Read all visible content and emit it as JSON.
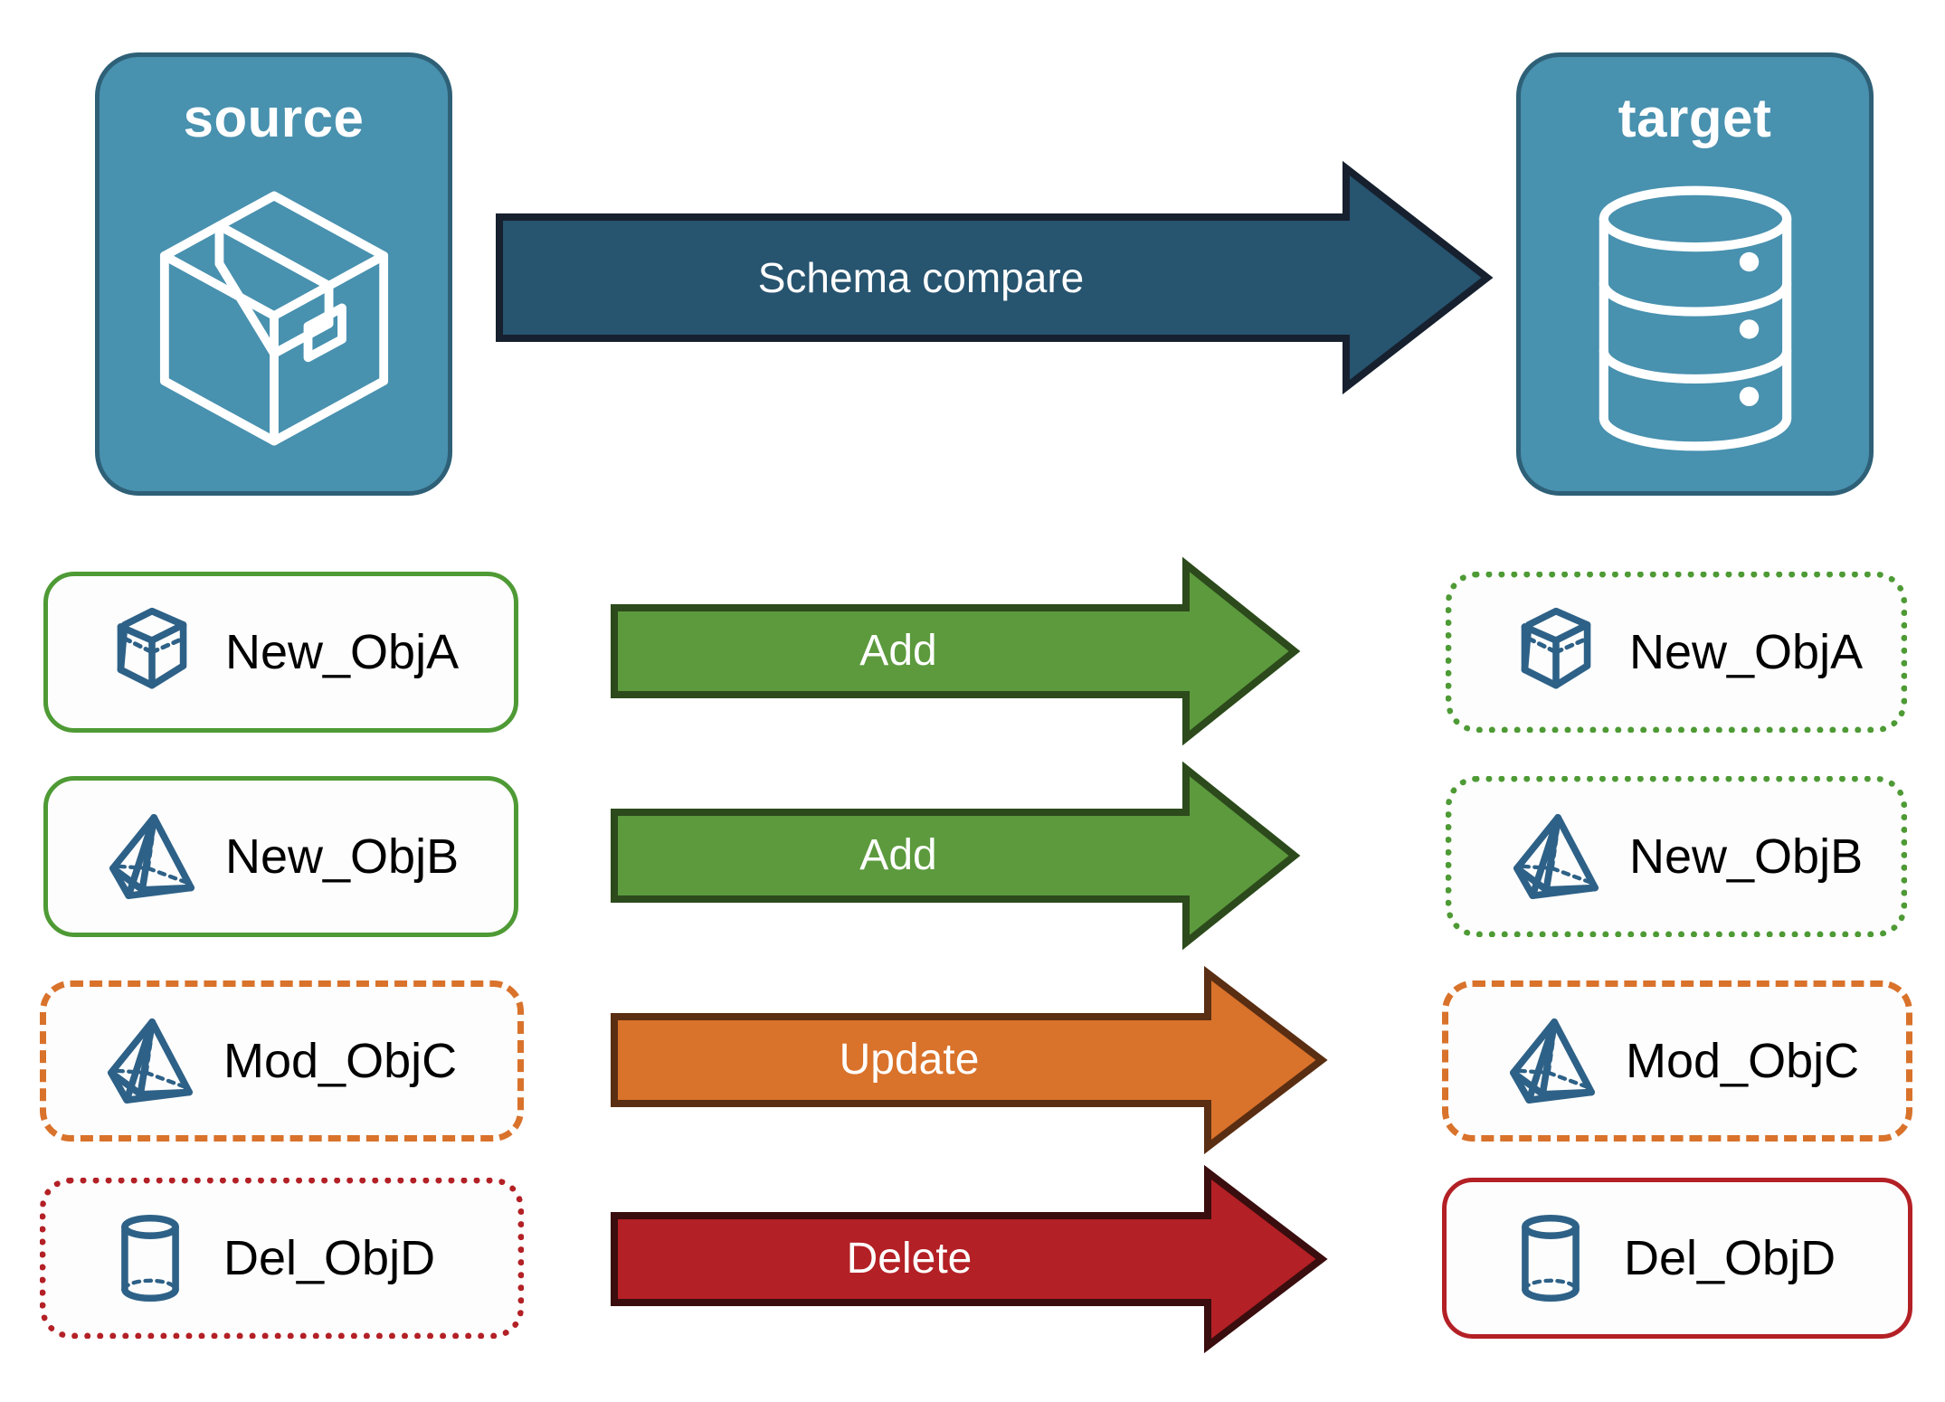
{
  "diagram": {
    "title": "Schema compare",
    "endpoints": {
      "source": {
        "label": "source",
        "icon": "package-box-icon",
        "fill": "#4891AF",
        "stroke": "#2E6077"
      },
      "target": {
        "label": "target",
        "icon": "database-cylinder-icon",
        "fill": "#4891AF",
        "stroke": "#2E6077"
      }
    },
    "main_arrow": {
      "label": "Schema compare",
      "fill": "#27546F",
      "stroke": "#16202E",
      "direction": "right"
    },
    "rows": [
      {
        "source": {
          "label": "New_ObjA",
          "icon": "wireframe-cube-icon",
          "border_style": "solid",
          "border_color": "#4E9A35"
        },
        "action": {
          "label": "Add",
          "fill": "#5C9A3D",
          "stroke": "#2C4A1B"
        },
        "target": {
          "label": "New_ObjA",
          "icon": "wireframe-cube-icon",
          "border_style": "dotted",
          "border_color": "#4E9A35"
        }
      },
      {
        "source": {
          "label": "New_ObjB",
          "icon": "wireframe-pyramid-icon",
          "border_style": "solid",
          "border_color": "#4E9A35"
        },
        "action": {
          "label": "Add",
          "fill": "#5C9A3D",
          "stroke": "#2C4A1B"
        },
        "target": {
          "label": "New_ObjB",
          "icon": "wireframe-pyramid-icon",
          "border_style": "dotted",
          "border_color": "#4E9A35"
        }
      },
      {
        "source": {
          "label": "Mod_ObjC",
          "icon": "wireframe-pyramid-icon",
          "border_style": "dashed",
          "border_color": "#D9722B"
        },
        "action": {
          "label": "Update",
          "fill": "#D9722B",
          "stroke": "#5A2E12"
        },
        "target": {
          "label": "Mod_ObjC",
          "icon": "wireframe-pyramid-icon",
          "border_style": "dashed",
          "border_color": "#D9722B"
        }
      },
      {
        "source": {
          "label": "Del_ObjD",
          "icon": "wireframe-cylinder-icon",
          "border_style": "dotted",
          "border_color": "#B32025"
        },
        "action": {
          "label": "Delete",
          "fill": "#B32025",
          "stroke": "#3A0D0E"
        },
        "target": {
          "label": "Del_ObjD",
          "icon": "wireframe-cylinder-icon",
          "border_style": "solid",
          "border_color": "#B32025"
        }
      }
    ],
    "palette": {
      "endpoint_fill": "#4891AF",
      "endpoint_stroke": "#2E6077",
      "compare_arrow": "#27546F",
      "add_green": "#5C9A3D",
      "update_orange": "#D9722B",
      "delete_red": "#B32025",
      "icon_blue": "#2E6187",
      "background": "#FFFFFF"
    }
  }
}
